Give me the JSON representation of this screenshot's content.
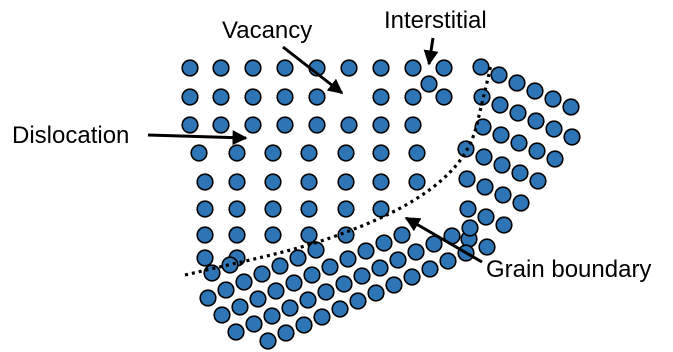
{
  "labels": {
    "vacancy": "Vacancy",
    "interstitial": "Interstitial",
    "dislocation": "Dislocation",
    "grain_boundary": "Grain boundary"
  },
  "colors": {
    "atom_fill": "#2E75B6",
    "atom_stroke": "#000000",
    "arrow": "#000000",
    "boundary_line": "#000000",
    "background": "#FFFFFF"
  },
  "defects": [
    "vacancy",
    "interstitial",
    "dislocation",
    "grain_boundary"
  ]
}
